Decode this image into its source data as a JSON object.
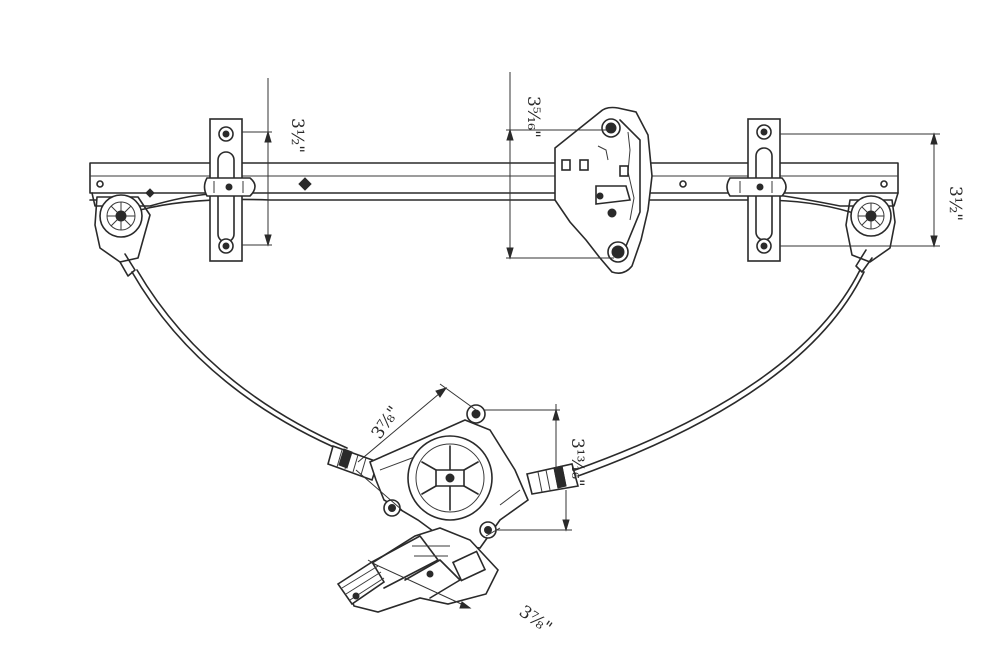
{
  "dimensions": {
    "rail_bracket_left": "3½\"",
    "rail_bracket_center": "3⁵⁄₁₆\"",
    "rail_bracket_right": "3½\"",
    "motor_diagonal_upper": "3⁷⁄₈\"",
    "motor_vertical_right": "3¹³⁄₁₆\"",
    "motor_diagonal_lower": "3⁷⁄₈\""
  }
}
